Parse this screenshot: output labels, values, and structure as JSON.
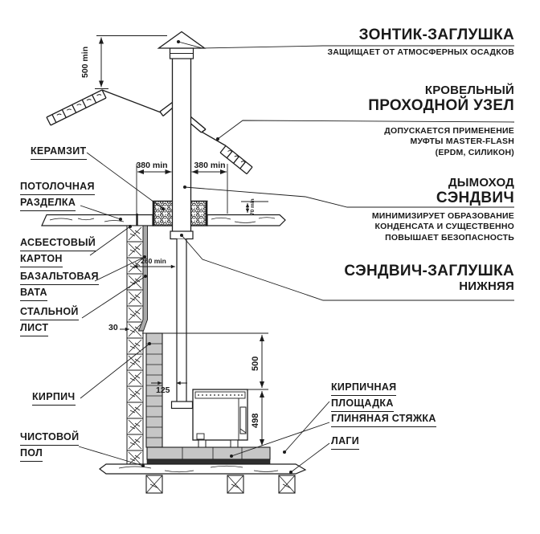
{
  "annotations_right": {
    "zontik": {
      "title": "ЗОНТИК-ЗАГЛУШКА",
      "sub1": "ЗАЩИЩАЕТ ОТ АТМОСФЕРНЫХ ОСАДКОВ"
    },
    "krovelny": {
      "pre": "КРОВЕЛЬНЫЙ",
      "title": "ПРОХОДНОЙ УЗЕЛ",
      "sub1": "ДОПУСКАЕТСЯ ПРИМЕНЕНИЕ",
      "sub2": "МУФТЫ MASTER-FLASH",
      "sub3": "(EPDM, СИЛИКОН)"
    },
    "dymohod": {
      "pre": "ДЫМОХОД",
      "title": "СЭНДВИЧ",
      "sub1": "МИНИМИЗИРУЕТ ОБРАЗОВАНИЕ",
      "sub2": "КОНДЕНСАТА И СУЩЕСТВЕННО",
      "sub3": "ПОВЫШАЕТ БЕЗОПАСНОСТЬ"
    },
    "zaglushka": {
      "title": "СЭНДВИЧ-ЗАГЛУШКА",
      "post": "НИЖНЯЯ"
    }
  },
  "part_labels": {
    "keramzit": {
      "l1": "КЕРАМЗИТ"
    },
    "potolochnaya": {
      "l1": "ПОТОЛОЧНАЯ",
      "l2": "РАЗДЕЛКА"
    },
    "asbest": {
      "l1": "АСБЕСТОВЫЙ",
      "l2": "КАРТОН"
    },
    "bazalt": {
      "l1": "БАЗАЛЬТОВАЯ",
      "l2": "ВАТА"
    },
    "stalnoy": {
      "l1": "СТАЛЬНОЙ",
      "l2": "ЛИСТ"
    },
    "kirpich": {
      "l1": "КИРПИЧ"
    },
    "chistovoy": {
      "l1": "ЧИСТОВОЙ",
      "l2": "ПОЛ"
    },
    "ploshchadka": {
      "l1": "КИРПИЧНАЯ",
      "l2": "ПЛОЩАДКА"
    },
    "styazhka": {
      "l1": "ГЛИНЯНАЯ СТЯЖКА"
    },
    "lagi": {
      "l1": "ЛАГИ"
    }
  },
  "dimensions": {
    "cap_above_ridge": "500 min",
    "razdelka_left": "380 min",
    "razdelka_right": "380 min",
    "razdelka_height": "70 min",
    "pipe_to_wall": "260 min",
    "gap_30": "30",
    "gap_125": "125",
    "wall_above_stove": "500",
    "stove_height": "498"
  },
  "colors": {
    "line": "#1c1c1c",
    "brick_fill": "#c6c6c6",
    "screed_fill": "#2e2e2e",
    "steel_fill": "#a9a9a9"
  }
}
